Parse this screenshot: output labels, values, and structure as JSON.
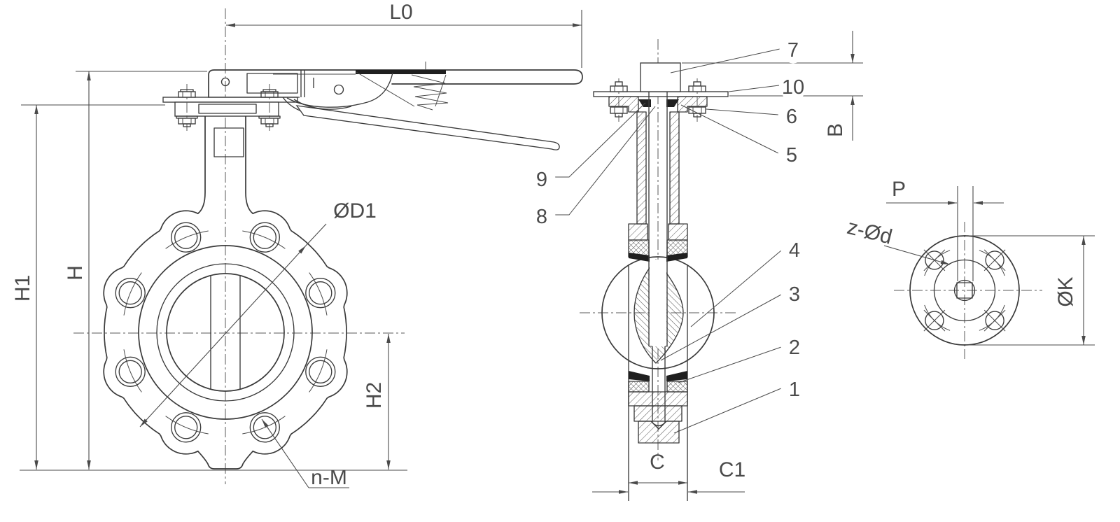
{
  "drawing": {
    "type": "butterfly-valve-technical-drawing",
    "views": {
      "front": {
        "dims": {
          "l0": "L0",
          "h1": "H1",
          "h": "H",
          "h2": "H2",
          "d1": "ØD1",
          "n_m": "n-M"
        }
      },
      "section": {
        "dims": {
          "b": "B",
          "c": "C",
          "c1": "C1"
        },
        "callouts": [
          {
            "label": "1"
          },
          {
            "label": "2"
          },
          {
            "label": "3"
          },
          {
            "label": "4"
          },
          {
            "label": "5"
          },
          {
            "label": "6"
          },
          {
            "label": "7"
          },
          {
            "label": "8"
          },
          {
            "label": "9"
          },
          {
            "label": "10"
          }
        ]
      },
      "top": {
        "dims": {
          "p": "P",
          "z_d": "z-Ød",
          "k": "ØK"
        }
      }
    },
    "colors": {
      "line": "#3a3a3a",
      "thin": "#4a4a4a",
      "text": "#4a4a4a",
      "background": "#ffffff",
      "dark_fill": "#1f1f1f"
    }
  }
}
